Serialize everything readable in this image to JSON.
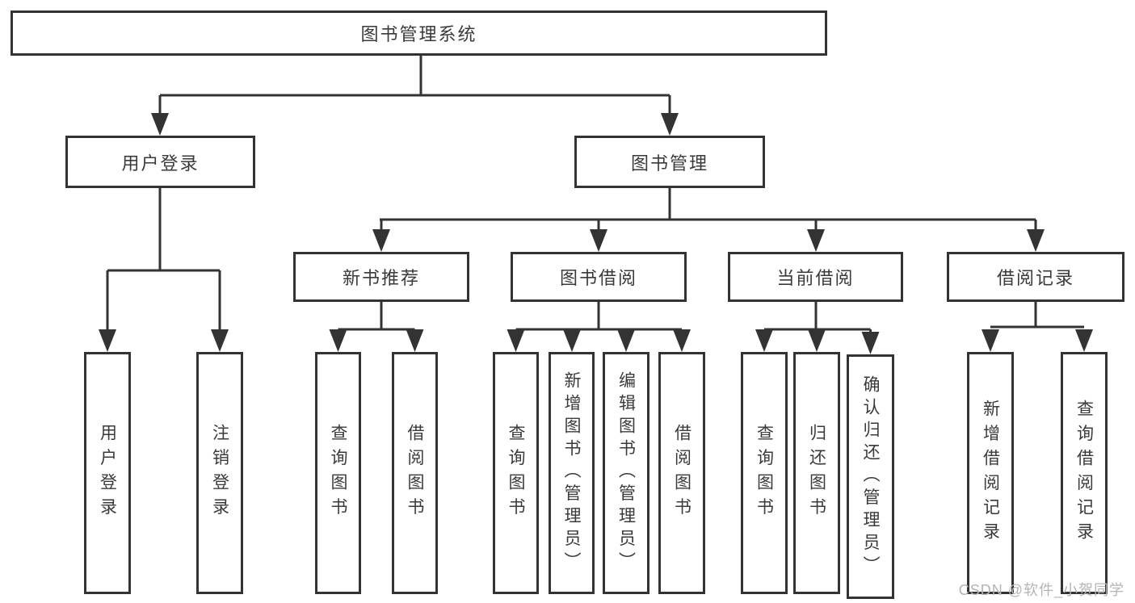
{
  "diagram": {
    "root": {
      "label": "图书管理系统"
    },
    "branches": [
      {
        "label": "用户登录",
        "children": [
          {
            "label": "用户登录"
          },
          {
            "label": "注销登录"
          }
        ]
      },
      {
        "label": "图书管理",
        "children": [
          {
            "label": "新书推荐",
            "children": [
              {
                "label": "查询图书"
              },
              {
                "label": "借阅图书"
              }
            ]
          },
          {
            "label": "图书借阅",
            "children": [
              {
                "label": "查询图书"
              },
              {
                "label": "新增图书（管理员）"
              },
              {
                "label": "编辑图书（管理员）"
              },
              {
                "label": "借阅图书"
              }
            ]
          },
          {
            "label": "当前借阅",
            "children": [
              {
                "label": "查询图书"
              },
              {
                "label": "归还图书"
              },
              {
                "label": "确认归还（管理员）"
              }
            ]
          },
          {
            "label": "借阅记录",
            "children": [
              {
                "label": "新增借阅记录"
              },
              {
                "label": "查询借阅记录"
              }
            ]
          }
        ]
      }
    ]
  },
  "watermark": {
    "text": "CSDN @软件_小贺同学"
  },
  "colors": {
    "line": "#333333",
    "box_border": "#333333",
    "text": "#3a3a3a",
    "watermark": "#b5b5b5",
    "background": "#ffffff"
  }
}
